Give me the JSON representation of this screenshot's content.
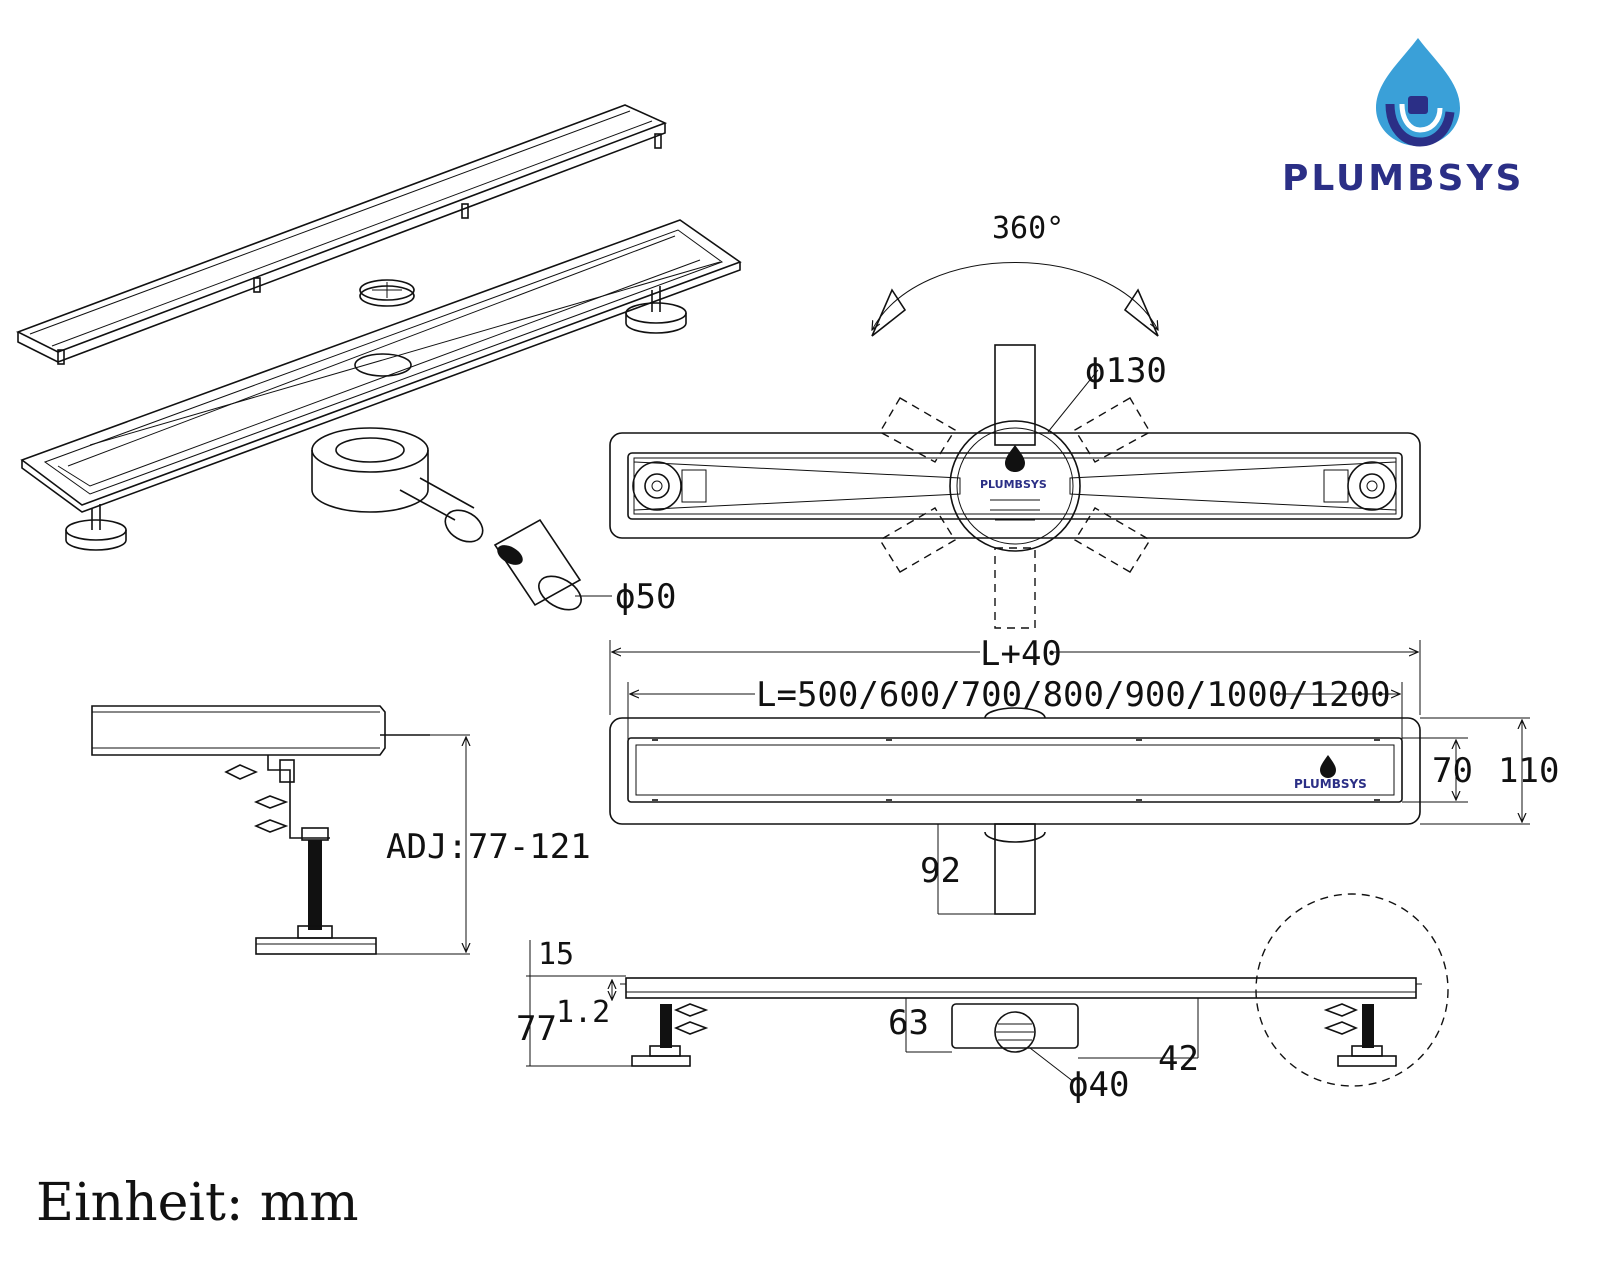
{
  "brand": {
    "name": "PLUMBSYS",
    "colors": {
      "drop_light": "#3aa0d8",
      "drop_dark": "#2b2f86"
    }
  },
  "dimensions": {
    "rotation": "360°",
    "outlet_circle": "ϕ130",
    "pipe_outlet": "ϕ50",
    "overall_length": "L+40",
    "lengths": "L=500/600/700/800/900/1000/1200",
    "grate_width": "70",
    "body_width": "110",
    "outlet_offset": "92",
    "adjustable_height": "ADJ:77-121",
    "flange_height": "15",
    "sheet_thickness": "1.2",
    "total_height": "77",
    "outlet_depth": "63",
    "outlet_height": "42",
    "outlet_small": "ϕ40"
  },
  "footer": {
    "unit_label": "Einheit: mm"
  }
}
